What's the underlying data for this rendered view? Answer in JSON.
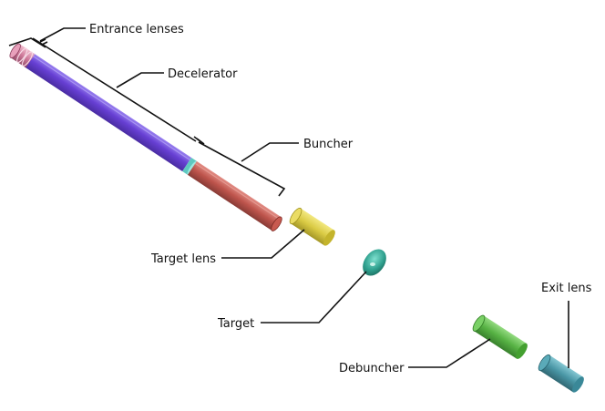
{
  "labels": {
    "entrance_lenses": "Entrance lenses",
    "decelerator": "Decelerator",
    "buncher": "Buncher",
    "target_lens": "Target lens",
    "target": "Target",
    "debuncher": "Debuncher",
    "exit_lens": "Exit lens"
  },
  "colors": {
    "entrance_lenses": "#c96a8e",
    "decelerator": "#5a2fd0",
    "buncher_ring": "#5ec8c0",
    "buncher": "#b8453c",
    "target_lens": "#d8c83a",
    "target": "#2fa08e",
    "debuncher": "#4eae3a",
    "exit_lens": "#3f90a0"
  }
}
